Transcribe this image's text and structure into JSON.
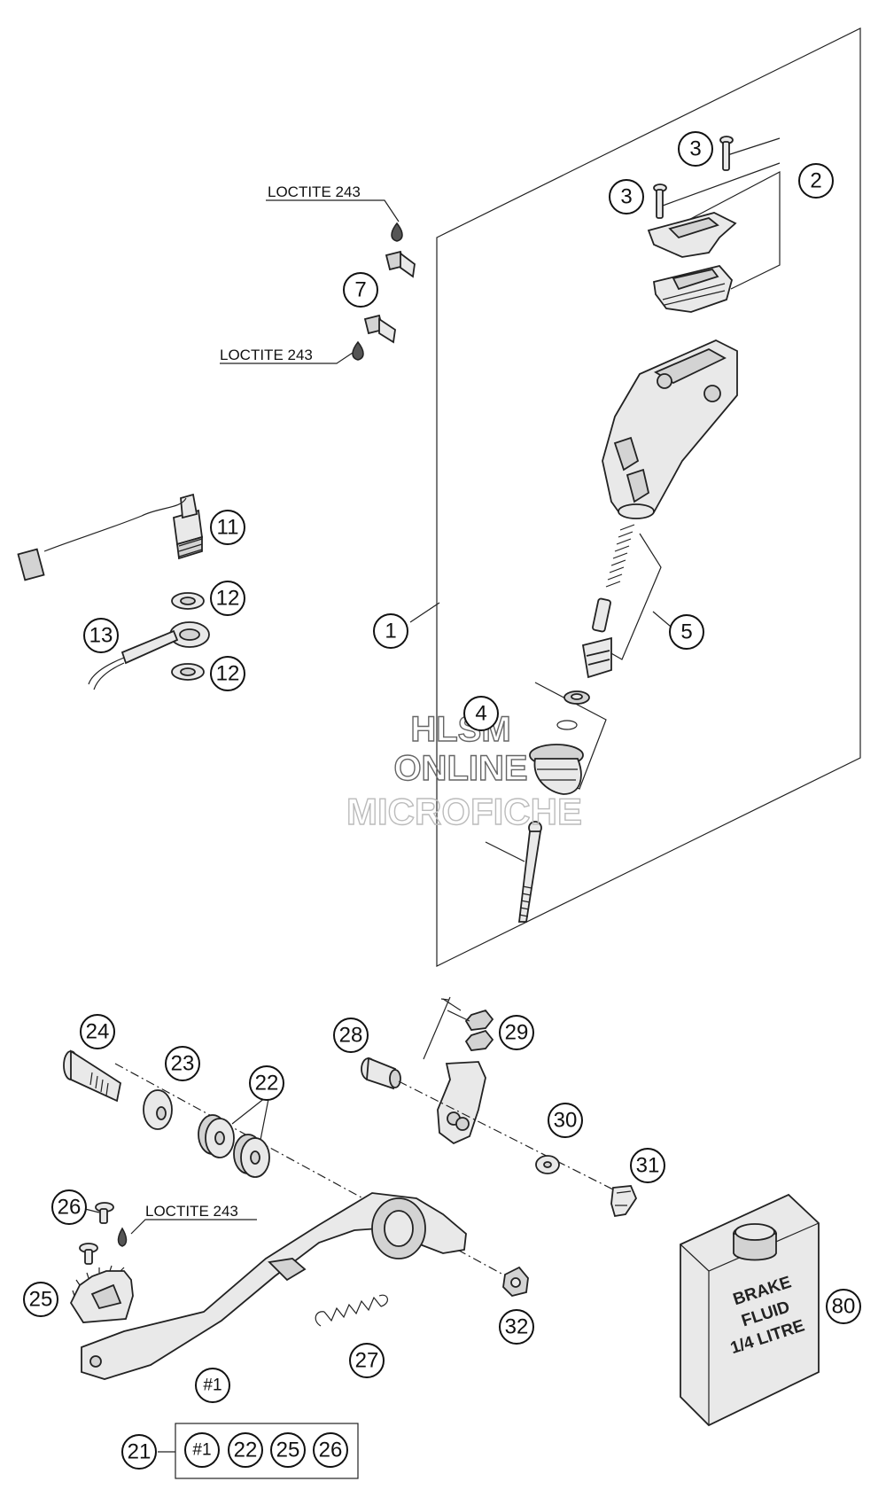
{
  "labels": {
    "loctite_top": "LOCTITE 243",
    "loctite_mid": "LOCTITE 243",
    "loctite_low": "LOCTITE 243"
  },
  "callouts": {
    "c1": "1",
    "c2": "2",
    "c3a": "3",
    "c3b": "3",
    "c4": "4",
    "c5": "5",
    "c7": "7",
    "c11": "11",
    "c12a": "12",
    "c12b": "12",
    "c13": "13",
    "c21": "21",
    "c22": "22",
    "c23": "23",
    "c24": "24",
    "c25": "25",
    "c26": "26",
    "c27": "27",
    "c28": "28",
    "c29": "29",
    "c30": "30",
    "c31": "31",
    "c32": "32",
    "c80": "80",
    "c1h": "#1"
  },
  "kit_box": [
    "#1",
    "22",
    "25",
    "26"
  ],
  "watermark": [
    "HLSM",
    "ONLINE",
    "MICROFICHE"
  ],
  "brake_can_text": [
    "BRAKE",
    "FLUID",
    "1/4 LITRE"
  ]
}
